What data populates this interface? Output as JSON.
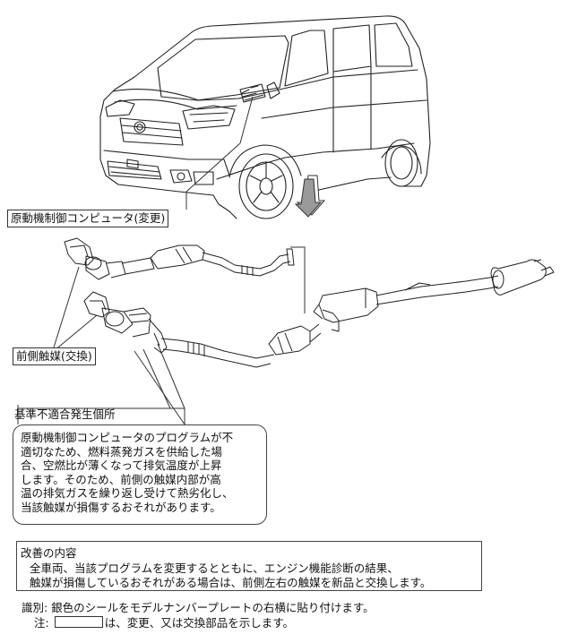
{
  "labels": {
    "ecu": "原動機制御コンピュータ(変更)",
    "catalyst": "前側触媒(交換)",
    "location": "基準不適合発生個所"
  },
  "description": {
    "lines": [
      "原動機制御コンピュータのプログラムが不",
      "適切なため、燃料蒸発ガスを供給した場",
      "合、空燃比が薄くなって排気温度が上昇",
      "します。そのため、前側の触媒内部が高",
      "温の排気ガスを繰り返し受けて熱劣化し、",
      "当該触媒が損傷するおそれがあります。"
    ]
  },
  "improvement": {
    "title": "改善の内容",
    "line1": "全車両、当該プログラムを変更するとともに、エンジン機能診断の結果、",
    "line2": "触媒が損傷しているおそれがある場合は、前側左右の触媒を新品と交換します。"
  },
  "identification": {
    "text": "識別: 銀色のシールをモデルナンバープレートの右横に貼り付けます。"
  },
  "note": {
    "prefix": "注:",
    "suffix": "は、変更、又は交換部品を示します。"
  }
}
